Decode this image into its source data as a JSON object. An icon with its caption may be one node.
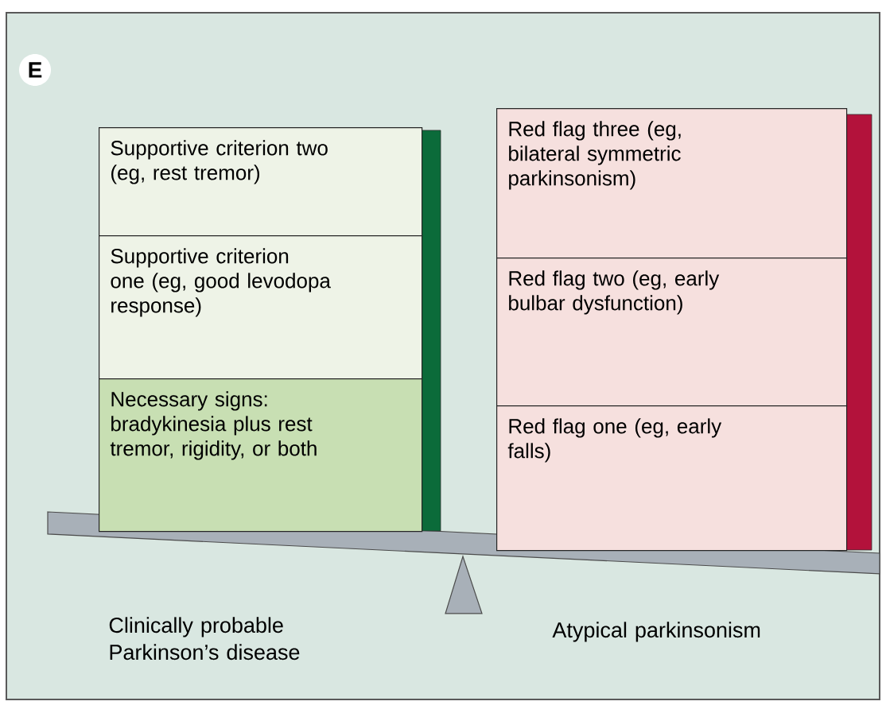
{
  "diagram": {
    "nodes": [
      {
        "text": [
          "Supportive criterion two (eg, rest tremor)"
        ]
      },
      {
        "text": [
          "Supportive criterion one (eg, good levodopa response)"
        ]
      },
      {
        "text": [
          "Necessary signs: bradykinesia plus rest tremor, rigidity, or both"
        ]
      },
      {
        "text": [
          "Red flag three (eg, bilateral symmetric parkinsonism)"
        ]
      },
      {
        "text": [
          "Red flag two (eg, early bulbar dysfunction)"
        ]
      },
      {
        "text": [
          "Red flag one (eg, early falls)"
        ]
      }
    ],
    "labels": [
      "E",
      "Clinically probable Parkinson’s disease",
      "Atypical parkinsonism"
    ]
  }
}
